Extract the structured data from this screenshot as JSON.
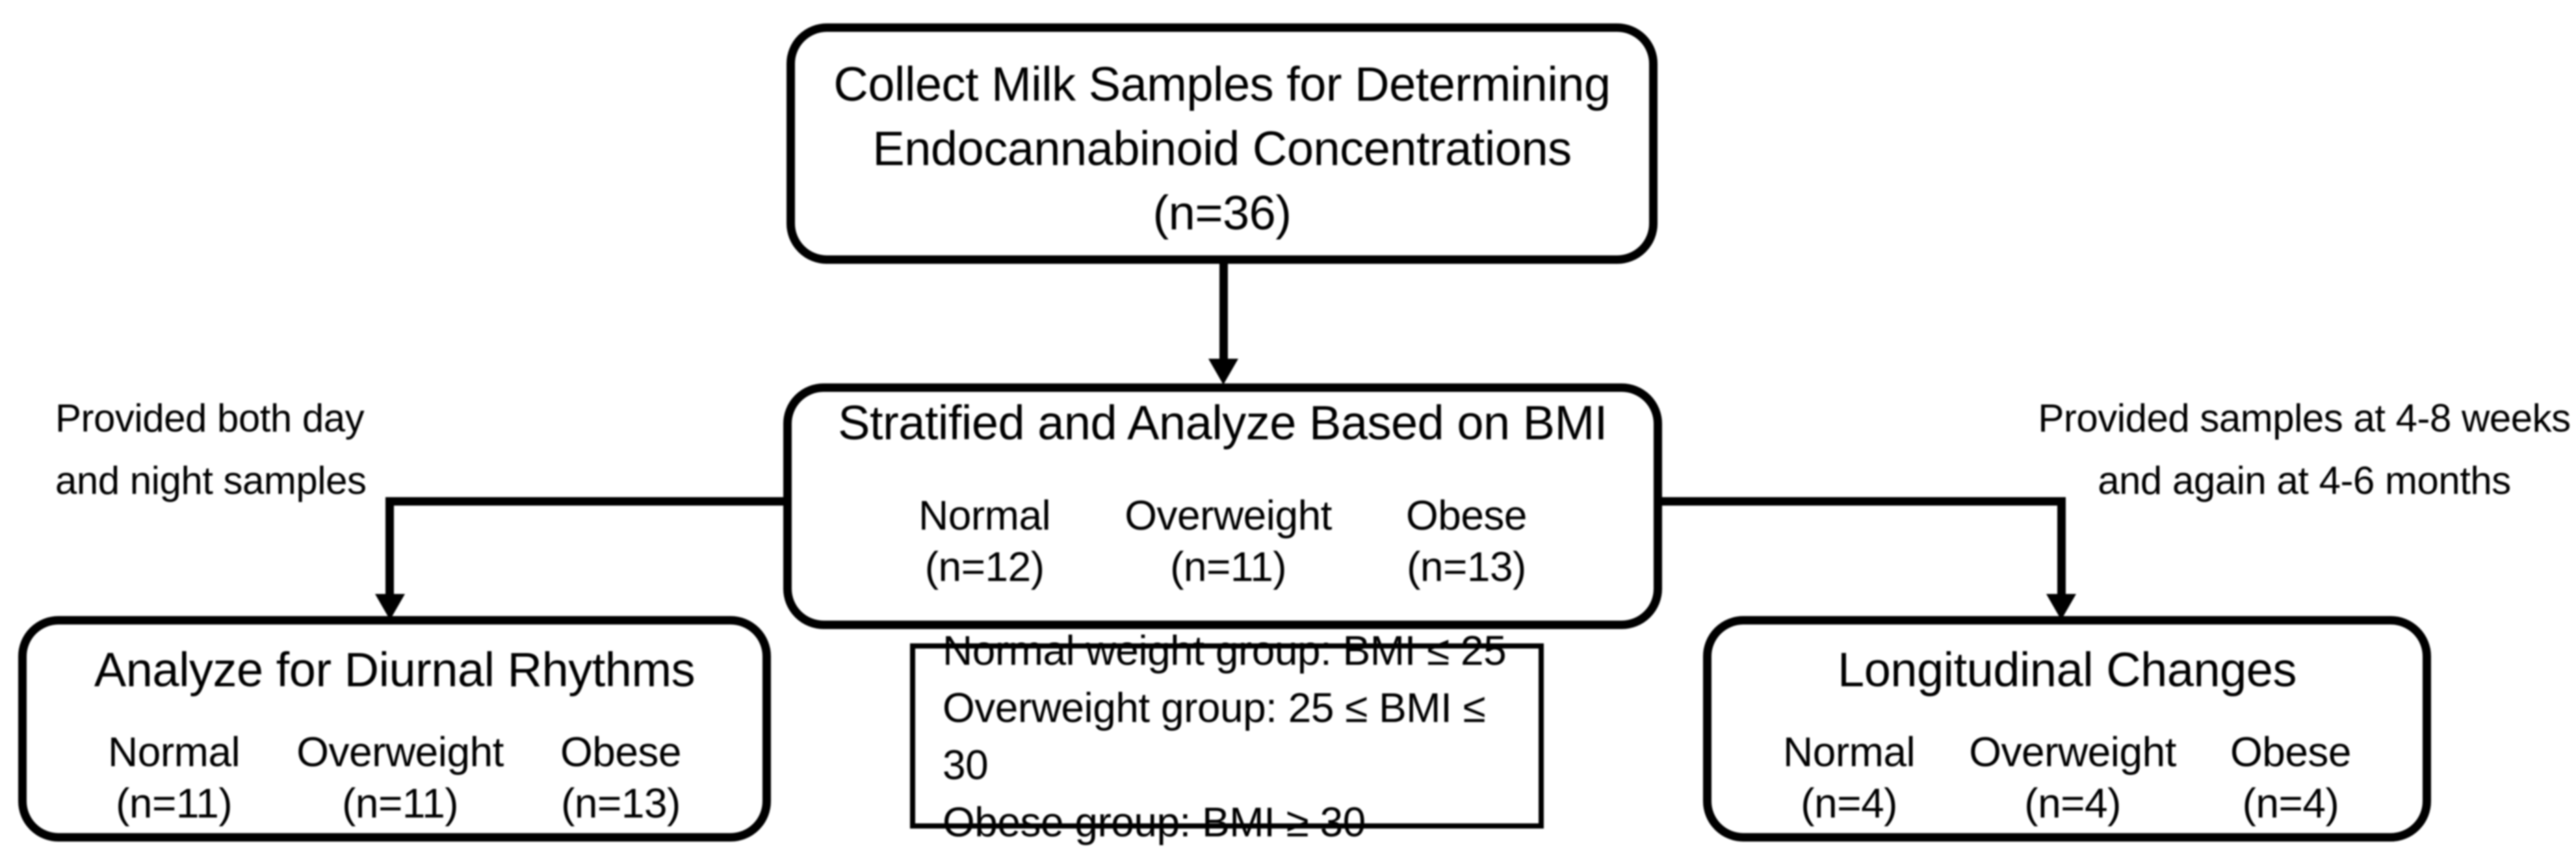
{
  "diagram": {
    "background": "#ffffff",
    "ink": "#000000",
    "boxes": {
      "collect": {
        "lines": [
          "Collect Milk Samples for Determining",
          "Endocannabinoid Concentrations",
          "(n=36)"
        ]
      },
      "stratified": {
        "title": "Stratified and Analyze Based on BMI",
        "groups": [
          {
            "label": "Normal",
            "n": "(n=12)"
          },
          {
            "label": "Overweight",
            "n": "(n=11)"
          },
          {
            "label": "Obese",
            "n": "(n=13)"
          }
        ]
      },
      "diurnal": {
        "title": "Analyze for Diurnal Rhythms",
        "groups": [
          {
            "label": "Normal",
            "n": "(n=11)"
          },
          {
            "label": "Overweight",
            "n": "(n=11)"
          },
          {
            "label": "Obese",
            "n": "(n=13)"
          }
        ]
      },
      "longitudinal": {
        "title": "Longitudinal Changes",
        "groups": [
          {
            "label": "Normal",
            "n": "(n=4)"
          },
          {
            "label": "Overweight",
            "n": "(n=4)"
          },
          {
            "label": "Obese",
            "n": "(n=4)"
          }
        ]
      },
      "legend": {
        "lines": [
          "Normal weight group: BMI ≤ 25",
          "Overweight group: 25 ≤ BMI ≤ 30",
          "Obese group: BMI ≥ 30"
        ]
      }
    },
    "annotations": {
      "left": {
        "lines": [
          "Provided both day",
          "and night samples"
        ]
      },
      "right": {
        "lines": [
          "Provided samples at 4-8 weeks",
          "and again at 4-6 months"
        ]
      }
    }
  }
}
